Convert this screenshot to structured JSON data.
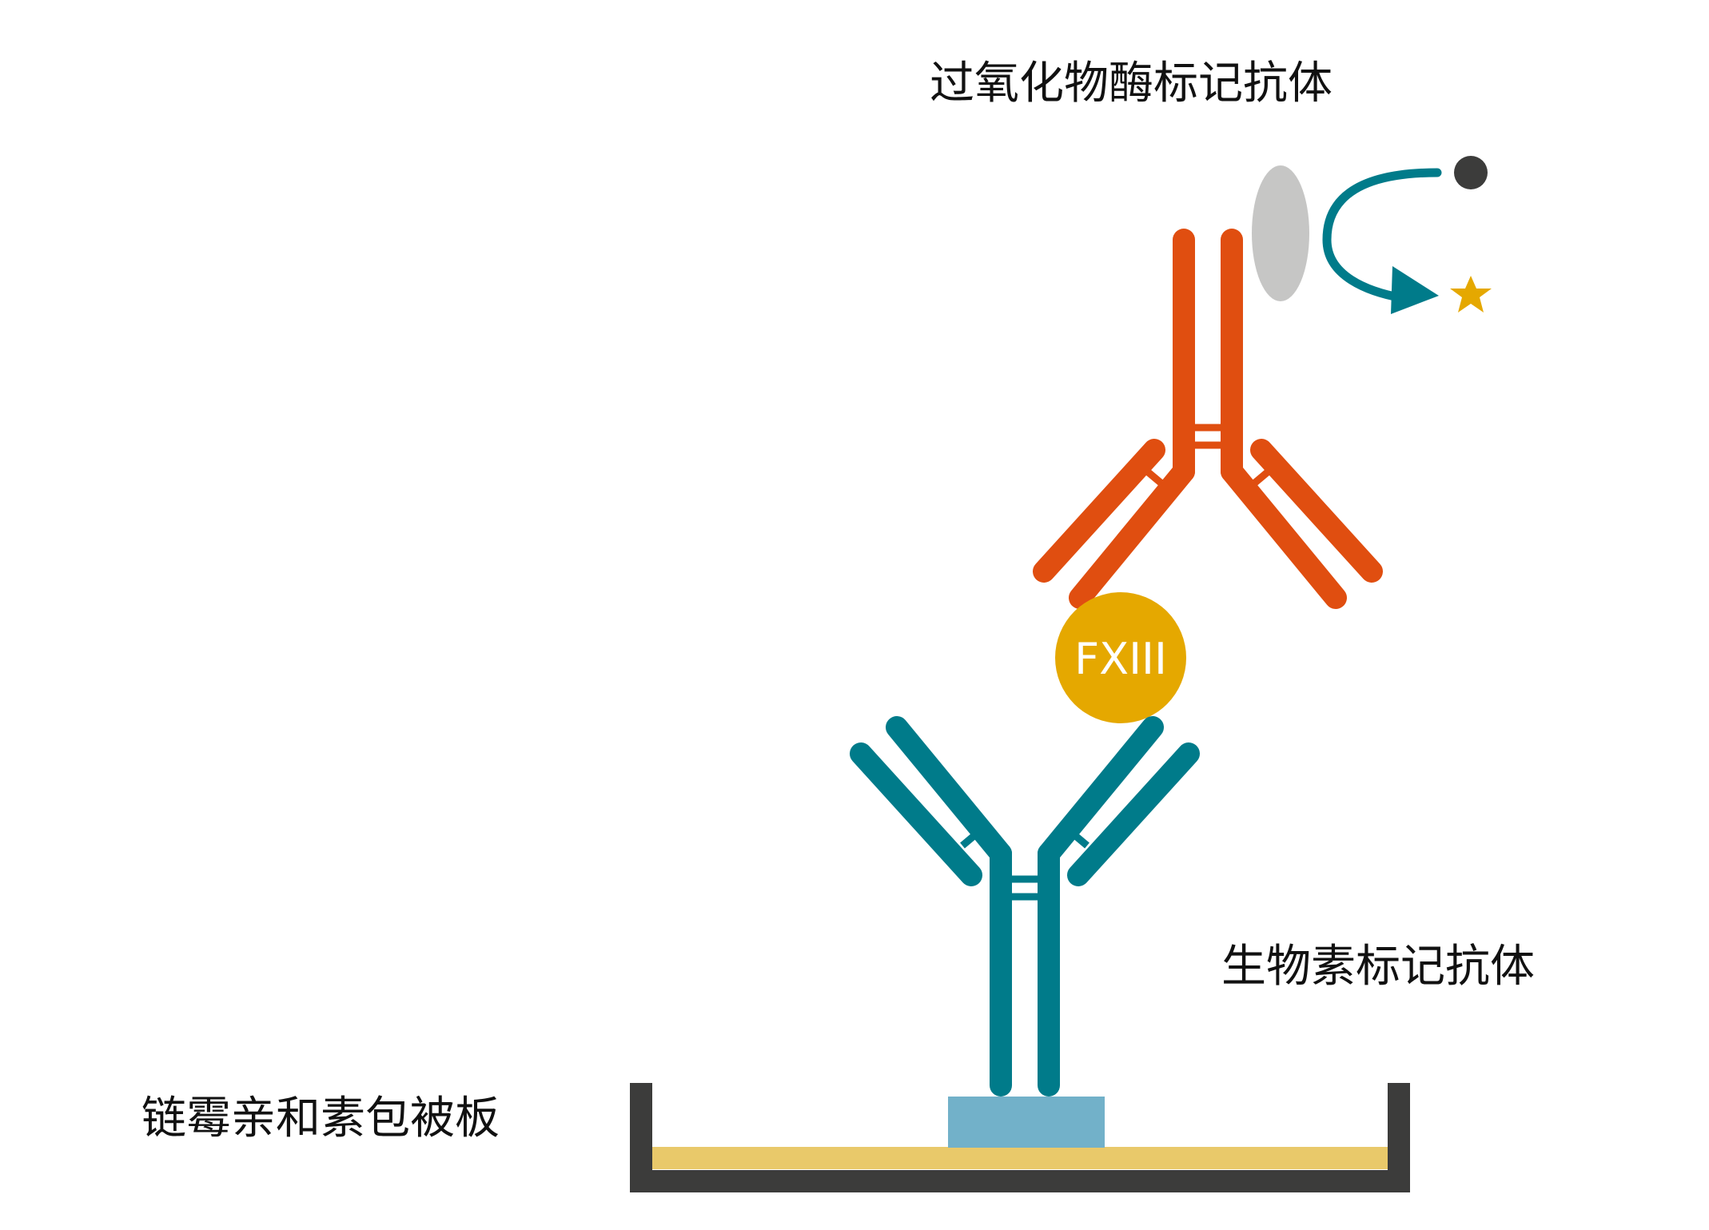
{
  "labels": {
    "peroxidase_antibody": "过氧化物酶标记抗体",
    "biotin_antibody": "生物素标记抗体",
    "streptavidin_plate": "链霉亲和素包被板"
  },
  "antigen_label": "FXIII",
  "colors": {
    "enzyme_antibody": "#e04e10",
    "biotin_antibody": "#007b8a",
    "antigen": "#e5a800",
    "plate": "#3c3c3b",
    "plate_coating": "#e9c96a",
    "biotin_block": "#72b1c9",
    "enzyme": "#c6c6c5",
    "substrate_dot": "#3c3c3b",
    "product_star": "#e5a800",
    "reaction_arrow": "#007b8a"
  }
}
